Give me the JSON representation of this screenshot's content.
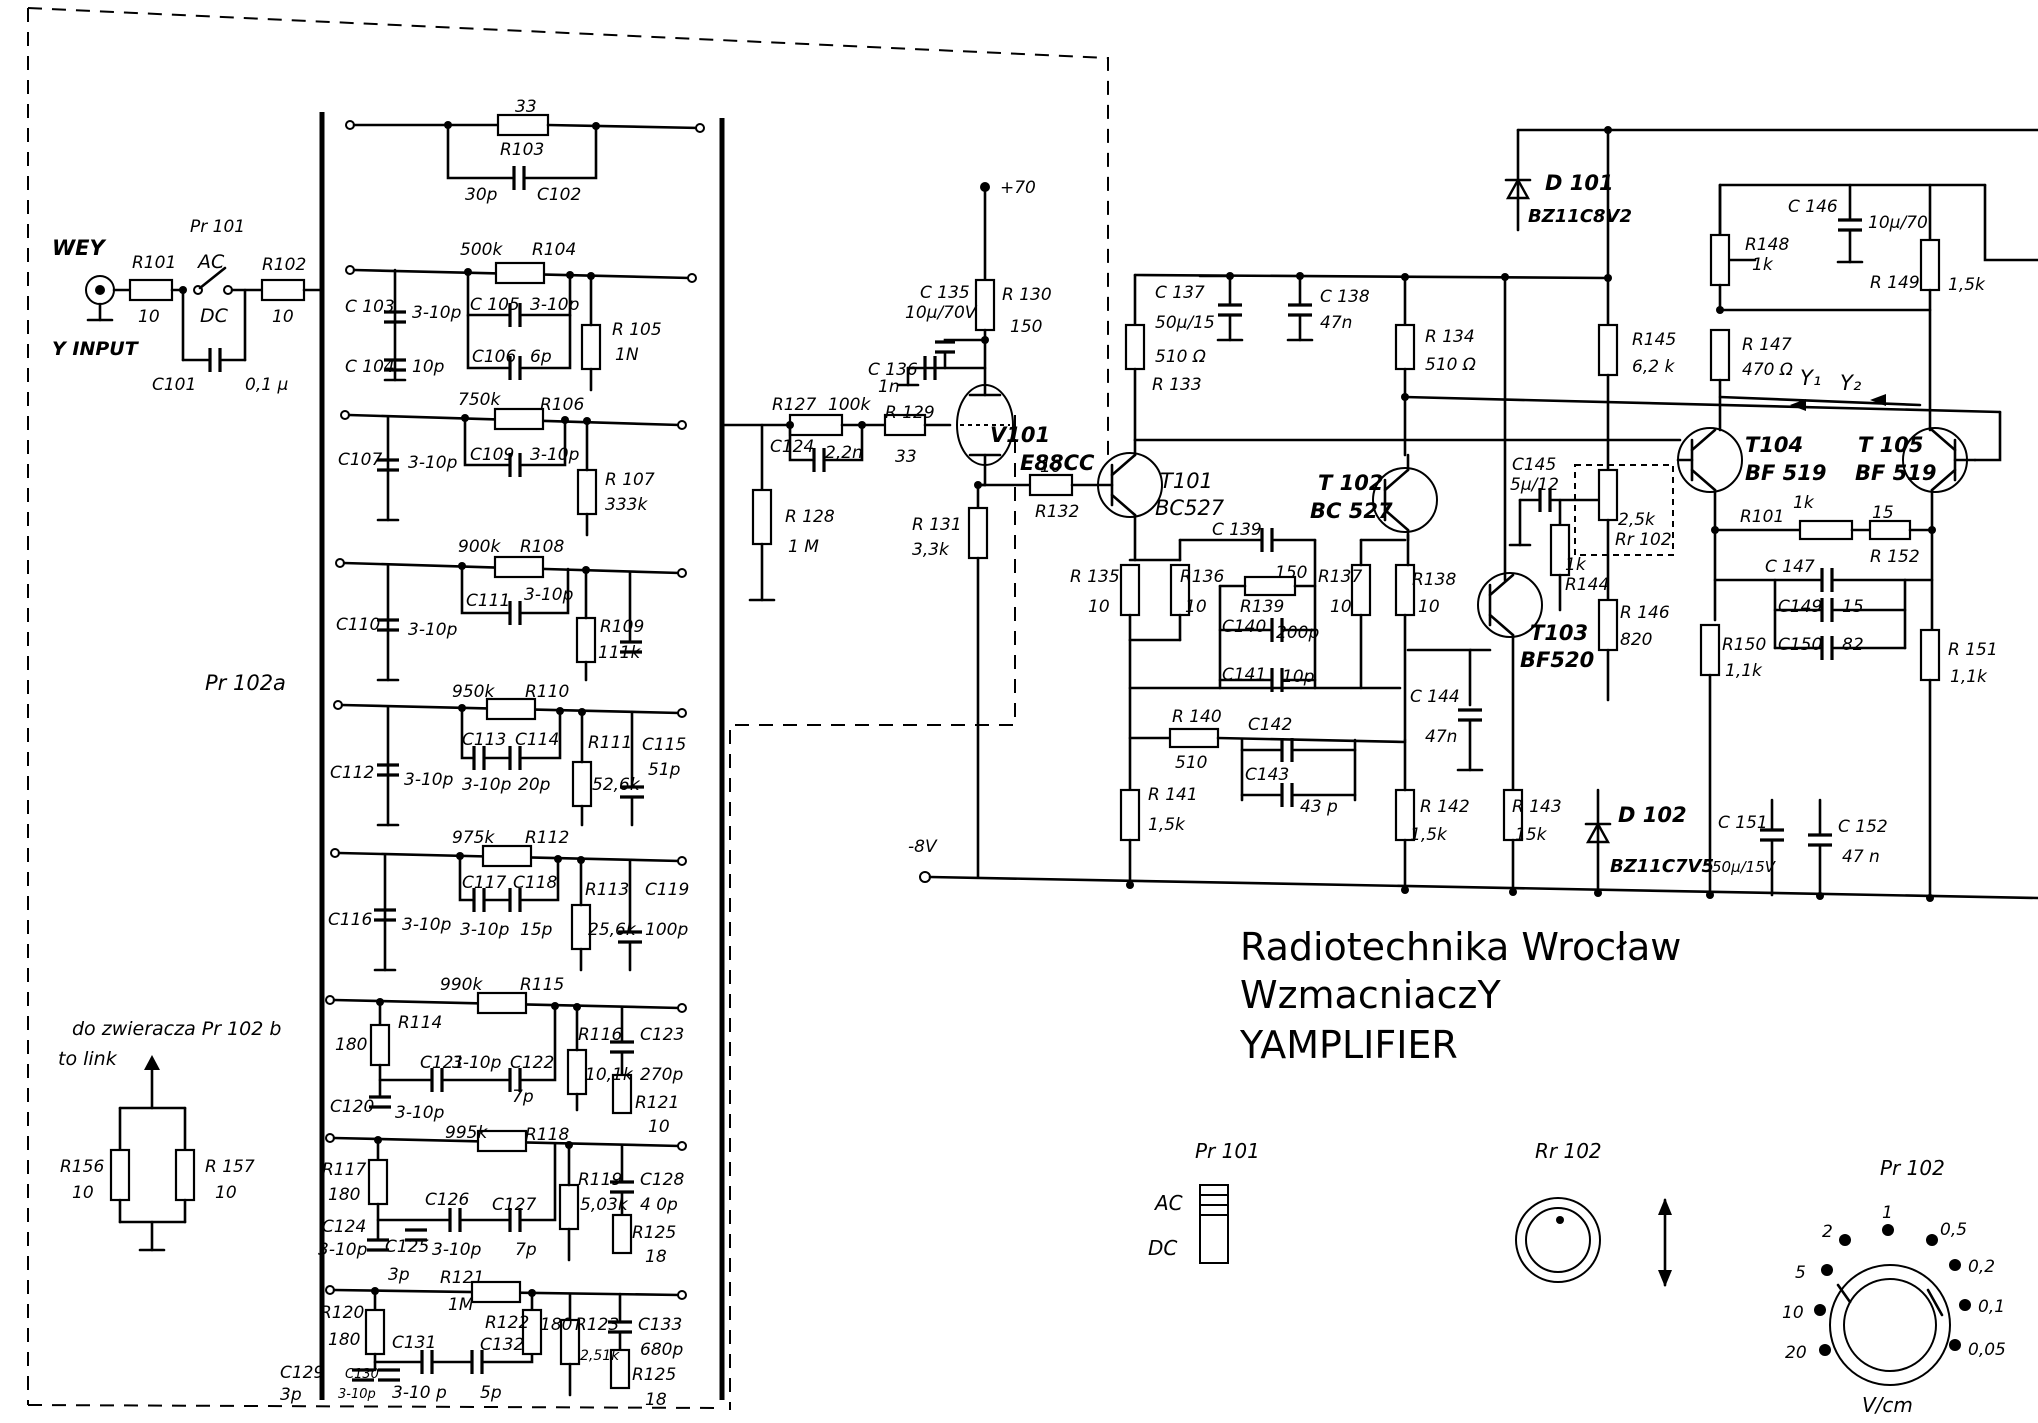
{
  "title_block": {
    "line1": "Radiotechnika Wrocław",
    "line2": "WzmacniaczY",
    "line3": "YAMPLIFIER"
  },
  "input": {
    "wey": "WEY",
    "y_input": "Y INPUT",
    "pr101": "Pr 101",
    "ac": "AC",
    "dc": "DC",
    "r101": "R101",
    "r101_val": "10",
    "r102": "R102",
    "r102_val": "10",
    "c101": "C101",
    "c101_val": "0,1 µ"
  },
  "attenuator": {
    "label": "Pr 102a",
    "r103": "R103",
    "r103_val": "33",
    "c102": "C102",
    "c102_val": "30p",
    "r104": "R104",
    "r104_val": "500k",
    "r105": "R 105",
    "r105_val": "1N",
    "c103": "C 103",
    "c103_val": "3-10p",
    "c104": "C 104",
    "c104_val": "10p",
    "c105": "C 105",
    "c105_val": "3-10p",
    "c106": "C106",
    "c106_val": "6p",
    "r106": "R106",
    "r106_val": "750k",
    "r107": "R 107",
    "r107_val": "333k",
    "c107": "C107",
    "c107_val": "3-10p",
    "c109": "C109",
    "c109_val": "3-10p",
    "r108": "R108",
    "r108_val": "900k",
    "r109": "R109",
    "r109_val": "111k",
    "c110": "C110",
    "c110_val": "3-10p",
    "c111": "C111",
    "c111_val": "3-10p",
    "r110": "R110",
    "r110_val": "950k",
    "r111": "R111",
    "r111_val": "52,6k",
    "c112": "C112",
    "c112_val": "3-10p",
    "c113": "C113",
    "c113_val": "3-10p",
    "c114": "C114",
    "c114_val": "20p",
    "c115": "C115",
    "c115_val": "51p",
    "r112": "R112",
    "r112_val": "975k",
    "r113": "R113",
    "r113_val": "25,6k",
    "c116": "C116",
    "c116_val": "3-10p",
    "c117": "C117",
    "c117_val": "3-10p",
    "c118": "C118",
    "c118_val": "15p",
    "c119": "C119",
    "c119_val": "100p",
    "r115": "R115",
    "r115_val": "990k",
    "r114": "R114",
    "r114_val": "180",
    "c120": "C120",
    "c120_val": "3-10p",
    "c121": "C121",
    "c121_val": "3-10p",
    "c122": "C122",
    "c122_val": "7p",
    "r116": "R116",
    "r116_val": "10,1k",
    "c123": "C123",
    "c123_val": "270p",
    "r121s": "R121",
    "r121s_val": "10",
    "r118": "R118",
    "r118_val": "995k",
    "r117": "R117",
    "r117_val": "180",
    "c124": "C124",
    "c124_val": "3-10p",
    "c125": "C125",
    "c125_val": "3p",
    "c126": "C126",
    "c126_val": "3-10p",
    "c127": "C127",
    "c127_val": "7p",
    "r119": "R119",
    "r119_val": "5,03k",
    "c128": "C128",
    "c128_val": "4 0p",
    "r125a": "R125",
    "r125a_val": "18",
    "r121": "R121",
    "r121_val": "1M",
    "r120": "R120",
    "r120_val": "180",
    "c129": "C129",
    "c129_val": "3p",
    "c130": "C130",
    "c130_val": "3-10p",
    "c131": "C131",
    "c131_val": "3-10 p",
    "c132": "C132",
    "c132_val": "5p",
    "r122": "R122",
    "r122_val": "180",
    "r123": "R123",
    "r123_val": "2,51k",
    "c133": "C133",
    "c133_val": "680p",
    "r125b": "R125",
    "r125b_val": "18"
  },
  "link": {
    "text1": "do  zwieracza Pr 102 b",
    "text2": "to link",
    "r156": "R156",
    "r156_val": "10",
    "r157": "R 157",
    "r157_val": "10"
  },
  "tube_stage": {
    "v101": "V101",
    "v101_type": "E88CC",
    "plus70": "+70",
    "minus8": "-8V",
    "c135": "C 135",
    "c135_val": "10µ/70V",
    "r130": "R 130",
    "r130_val": "150",
    "c136": "C 136",
    "c136_val": "1n",
    "r127": "R127",
    "r127_val": "100k",
    "c124b": "C124",
    "c124b_val": "2,2n",
    "r129": "R 129",
    "r129_val": "33",
    "r128": "R 128",
    "r128_val": "1 M",
    "r131": "R 131",
    "r131_val": "3,3k"
  },
  "transistor_stage": {
    "r132": "R132",
    "r132_val": "10",
    "t101": "T101",
    "t101_type": "BC527",
    "t102": "T 102",
    "t102_type": "BC 527",
    "t103": "T103",
    "t103_type": "BF520",
    "t104": "T104",
    "t104_type": "BF 519",
    "t105": "T 105",
    "t105_type": "BF 519",
    "c137": "C 137",
    "c137_val": "50µ/15",
    "r133": "R 133",
    "r133_val": "510 Ω",
    "c138": "C 138",
    "c138_val": "47n",
    "r134": "R 134",
    "r134_val": "510 Ω",
    "d101": "D 101",
    "d101_type": "BZ11C8V2",
    "r145": "R145",
    "r145_val": "6,2 k",
    "r148": "R148",
    "r148_val": "1k",
    "c146": "C 146",
    "c146_val": "10µ/70",
    "r149": "R 149",
    "r149_val": "1,5k",
    "r147": "R 147",
    "r147_val": "470 Ω",
    "y1": "Y₁",
    "y2": "Y₂",
    "c145": "C145",
    "c145_val": "5µ/12",
    "rr102": "Rr 102",
    "rr102_val": "2,5k",
    "r144": "R144",
    "r144_val": "1k",
    "r135": "R 135",
    "r135_val": "10",
    "r136": "R136",
    "r136_val": "10",
    "c139": "C 139",
    "r139": "R139",
    "r139_val": "150",
    "c140": "C140",
    "c140_val": "200p",
    "c141": "C141",
    "c141_val": "10p",
    "r137": "R137",
    "r137_val": "10",
    "r138": "R138",
    "r138_val": "10",
    "c144": "C 144",
    "c144_val": "47n",
    "r146": "R 146",
    "r146_val": "820",
    "r140": "R 140",
    "r140_val": "510",
    "c142": "C142",
    "c143": "C143",
    "c143_val": "43 p",
    "r141": "R 141",
    "r141_val": "1,5k",
    "r142": "R 142",
    "r142_val": "1,5k",
    "r143": "R 143",
    "r143_val": "15k",
    "d102": "D 102",
    "d102_type": "BZ11C7V5",
    "r101b": "R101",
    "r101b_val": "1k",
    "r152": "R 152",
    "r152_val": "15",
    "c147": "C 147",
    "c149": "C149",
    "c149_val": "15",
    "c150": "C150",
    "c150_val": "82",
    "r150": "R150",
    "r150_val": "1,1k",
    "r151": "R 151",
    "r151_val": "1,1k",
    "c151": "C 151",
    "c151_val": "50µ/15V",
    "c152": "C 152",
    "c152_val": "47 n"
  },
  "front_panel": {
    "pr101": "Pr 101",
    "ac": "AC",
    "dc": "DC",
    "rr102": "Rr 102",
    "pr102": "Pr 102",
    "ranges": [
      "2",
      "1",
      "0,5",
      "5",
      "0,2",
      "10",
      "0,1",
      "20",
      "0,05"
    ],
    "unit": "V/cm"
  }
}
